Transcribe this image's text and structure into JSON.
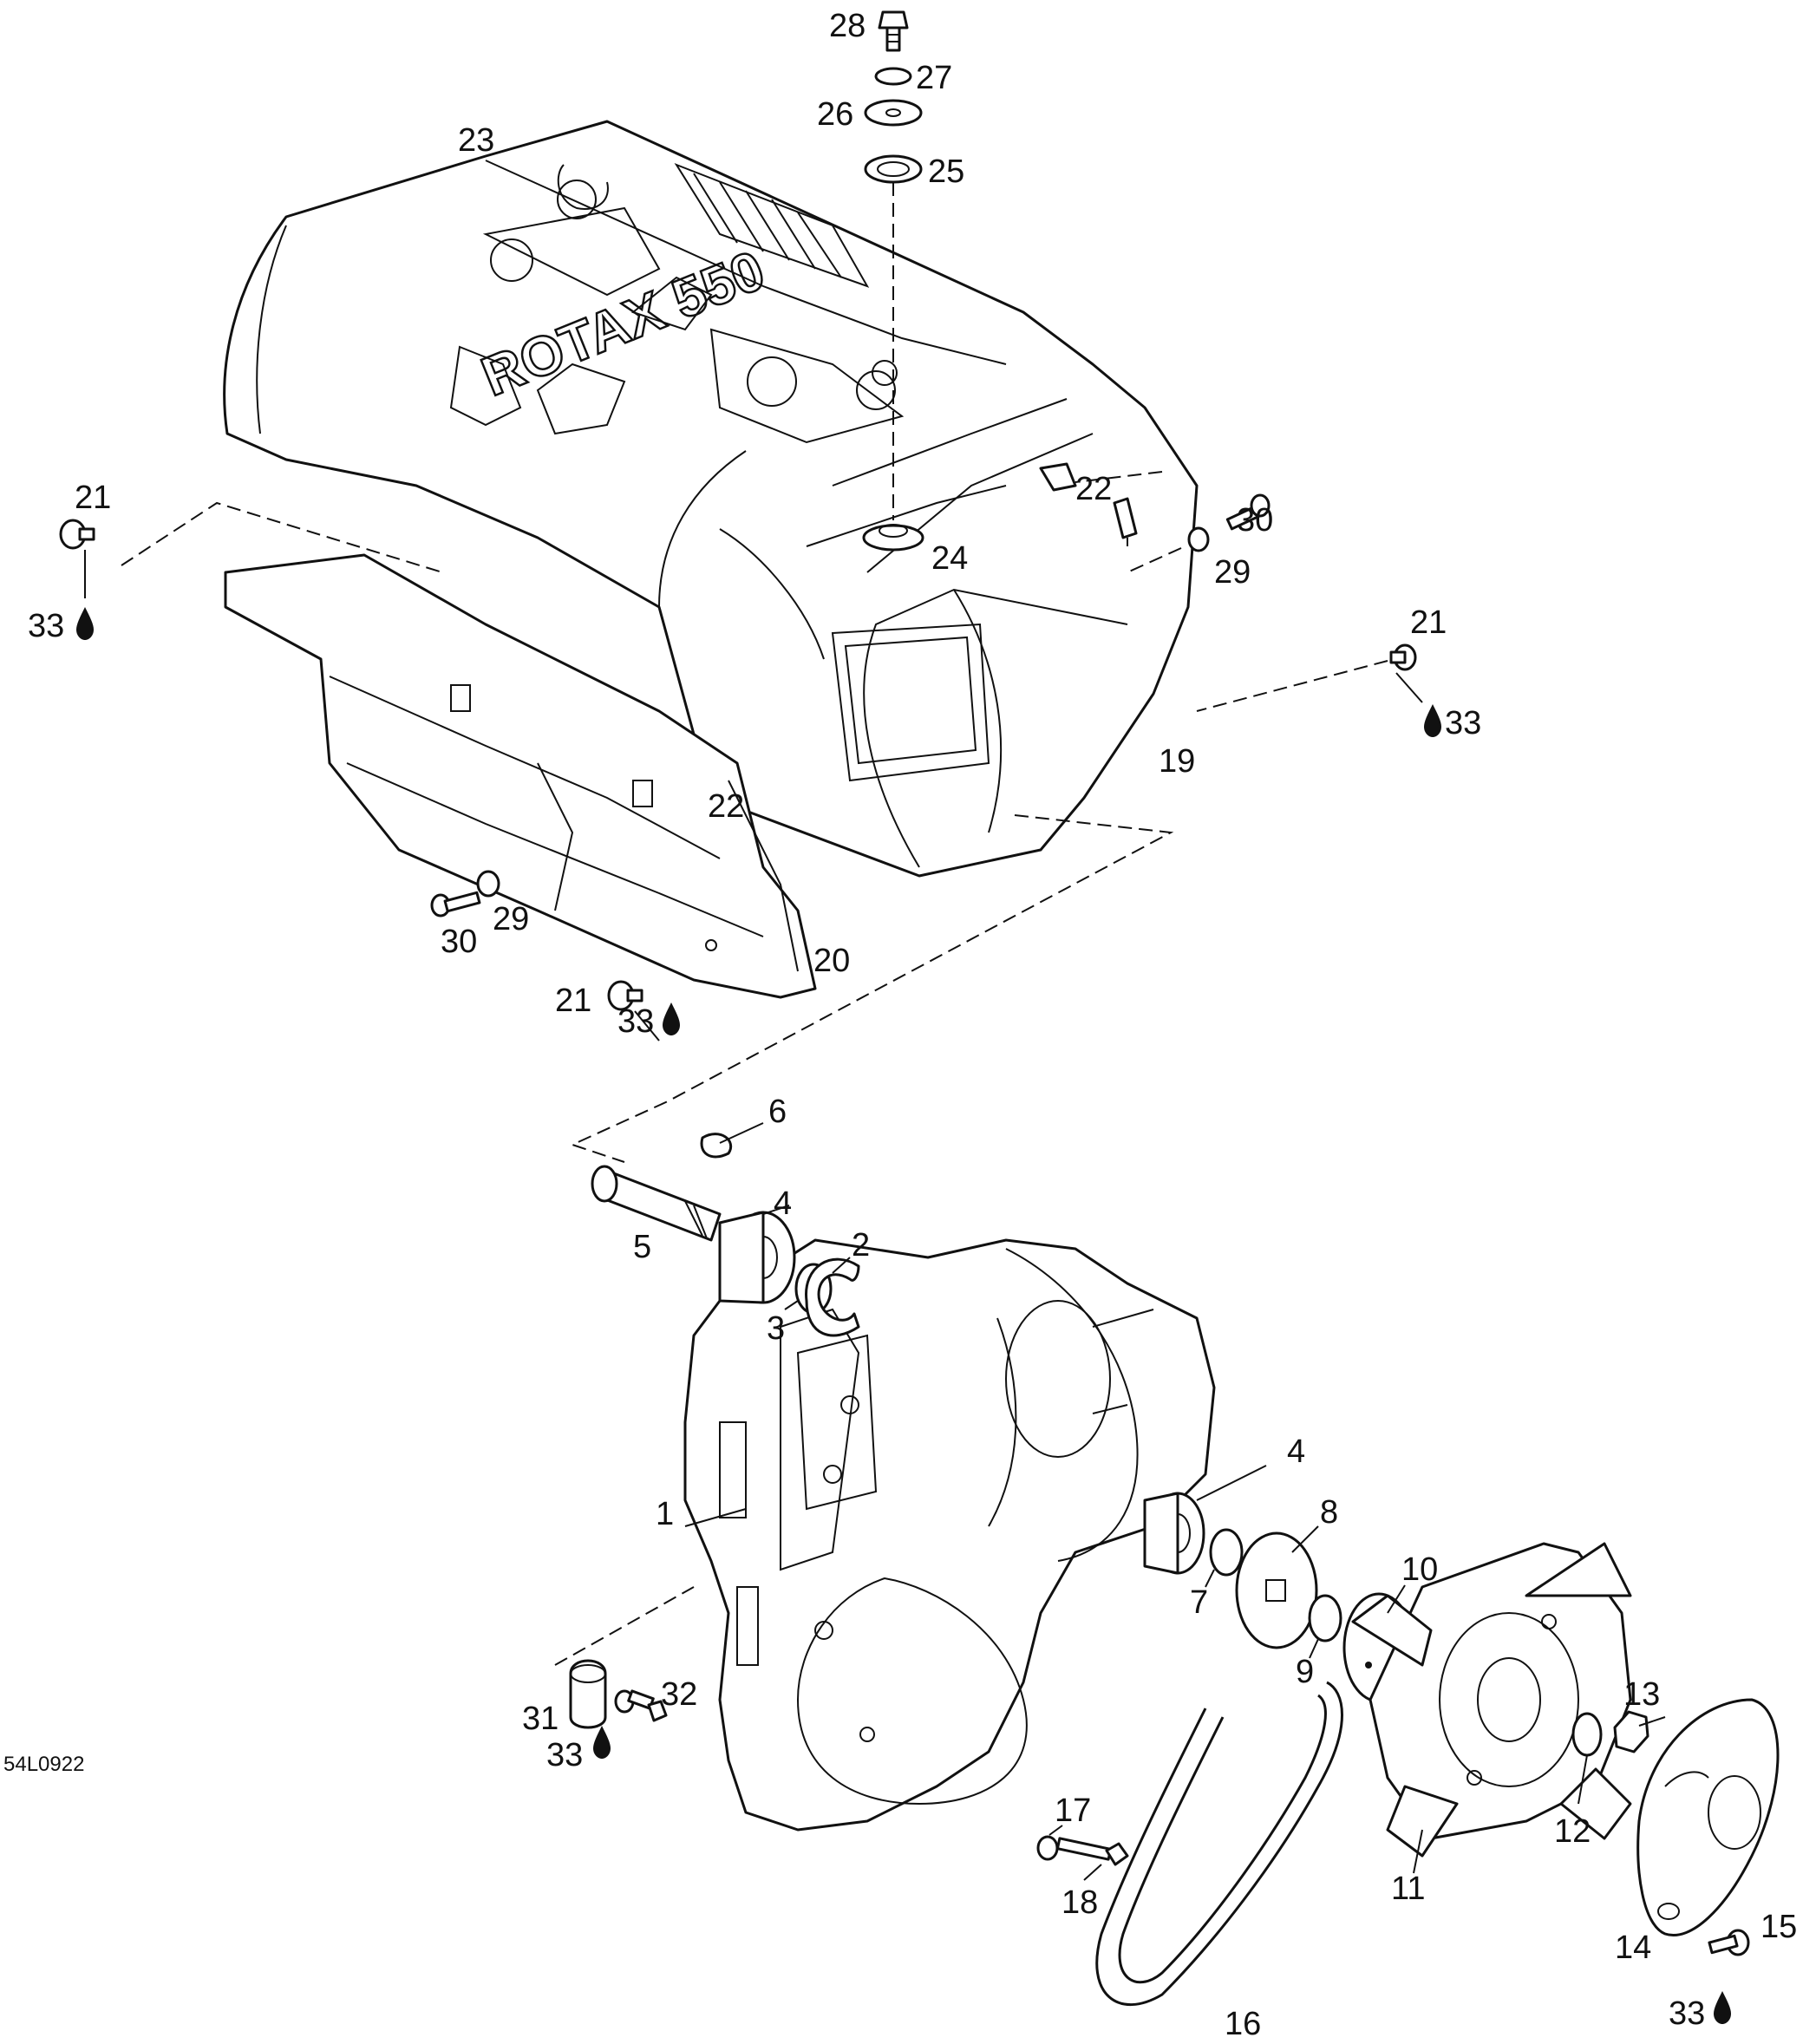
{
  "diagram": {
    "reference_code": "54L0922",
    "housing_lettering": "ROTAX 550",
    "callouts": [
      {
        "id": "c28",
        "label": "28"
      },
      {
        "id": "c27",
        "label": "27"
      },
      {
        "id": "c26",
        "label": "26"
      },
      {
        "id": "c25",
        "label": "25"
      },
      {
        "id": "c23",
        "label": "23"
      },
      {
        "id": "c21a",
        "label": "21"
      },
      {
        "id": "c33a",
        "label": "33"
      },
      {
        "id": "c22a",
        "label": "22"
      },
      {
        "id": "c30a",
        "label": "30"
      },
      {
        "id": "c24",
        "label": "24"
      },
      {
        "id": "c29a",
        "label": "29"
      },
      {
        "id": "c21b",
        "label": "21"
      },
      {
        "id": "c33b",
        "label": "33"
      },
      {
        "id": "c19",
        "label": "19"
      },
      {
        "id": "c22b",
        "label": "22"
      },
      {
        "id": "c29b",
        "label": "29"
      },
      {
        "id": "c30b",
        "label": "30"
      },
      {
        "id": "c20",
        "label": "20"
      },
      {
        "id": "c21c",
        "label": "21"
      },
      {
        "id": "c33c",
        "label": "33"
      },
      {
        "id": "c6",
        "label": "6"
      },
      {
        "id": "c4a",
        "label": "4"
      },
      {
        "id": "c5",
        "label": "5"
      },
      {
        "id": "c2",
        "label": "2"
      },
      {
        "id": "c3",
        "label": "3"
      },
      {
        "id": "c4b",
        "label": "4"
      },
      {
        "id": "c8",
        "label": "8"
      },
      {
        "id": "c1",
        "label": "1"
      },
      {
        "id": "c10",
        "label": "10"
      },
      {
        "id": "c7",
        "label": "7"
      },
      {
        "id": "c9",
        "label": "9"
      },
      {
        "id": "c31",
        "label": "31"
      },
      {
        "id": "c32",
        "label": "32"
      },
      {
        "id": "c33d",
        "label": "33"
      },
      {
        "id": "c13",
        "label": "13"
      },
      {
        "id": "c17",
        "label": "17"
      },
      {
        "id": "c18",
        "label": "18"
      },
      {
        "id": "c11",
        "label": "11"
      },
      {
        "id": "c12",
        "label": "12"
      },
      {
        "id": "c14",
        "label": "14"
      },
      {
        "id": "c15",
        "label": "15"
      },
      {
        "id": "c16",
        "label": "16"
      },
      {
        "id": "c33e",
        "label": "33"
      }
    ]
  }
}
